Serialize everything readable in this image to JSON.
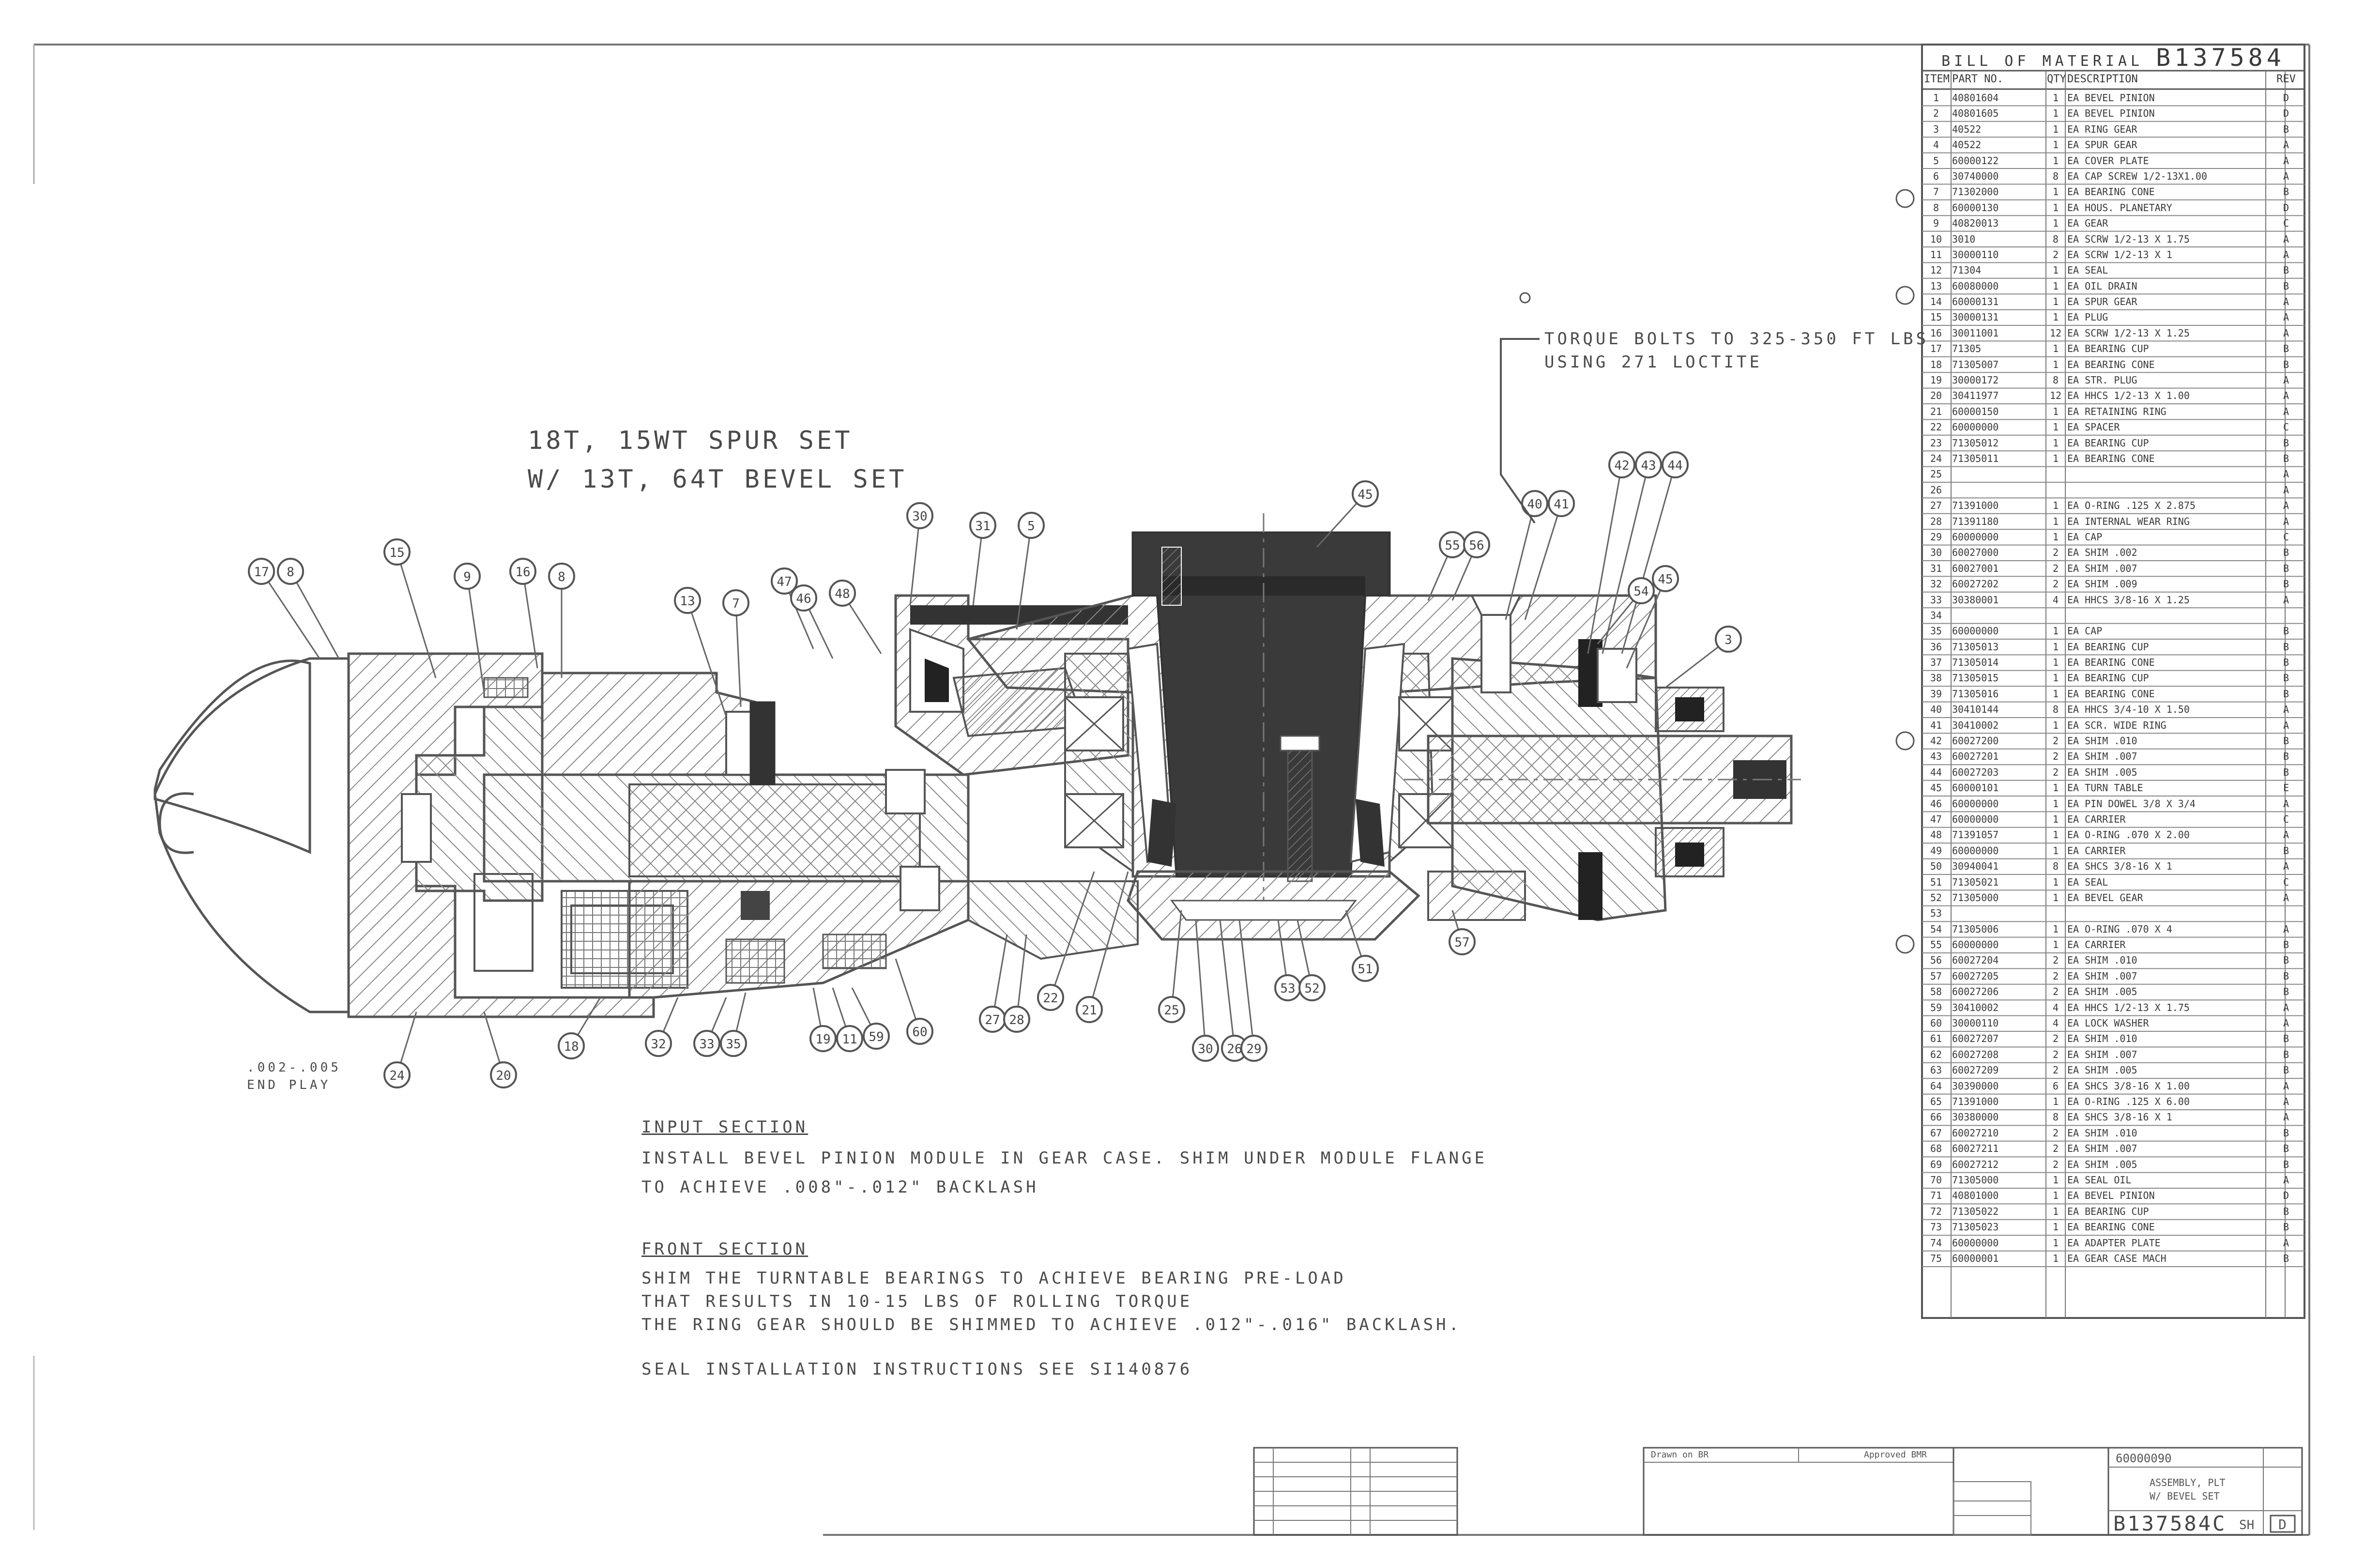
{
  "drawing": {
    "heading_line1": "18T, 15WT SPUR SET",
    "heading_line2": "W/ 13T, 64T BEVEL SET",
    "torque_note_line1": "TORQUE BOLTS TO 325-350 FT LBS",
    "torque_note_line2": "USING 271 LOCTITE",
    "bottom_left_note_line1": ".002-.005",
    "bottom_left_note_line2": "END PLAY",
    "input_section_title": "INPUT SECTION",
    "input_section_line1": "INSTALL BEVEL PINION MODULE IN GEAR CASE.  SHIM UNDER MODULE FLANGE",
    "input_section_line2": "TO ACHIEVE .008\"-.012\" BACKLASH",
    "front_section_title": "FRONT SECTION",
    "front_section_line1": "SHIM THE TURNTABLE BEARINGS TO ACHIEVE BEARING PRE-LOAD",
    "front_section_line2": "THAT RESULTS IN 10-15 LBS OF ROLLING TORQUE",
    "front_section_line3": "THE RING GEAR SHOULD BE SHIMMED TO ACHIEVE .012\"-.016\" BACKLASH.",
    "seal_note": "SEAL INSTALLATION INSTRUCTIONS SEE SI140876",
    "callouts": [
      "17",
      "8",
      "15",
      "9",
      "16",
      "8",
      "13",
      "7",
      "47",
      "46",
      "48",
      "30",
      "31",
      "5",
      "45",
      "55",
      "56",
      "40",
      "41",
      "42",
      "43",
      "44",
      "54",
      "45",
      "3",
      "57",
      "18",
      "32",
      "33",
      "35",
      "19",
      "11",
      "59",
      "60",
      "27",
      "28",
      "22",
      "21",
      "25",
      "30",
      "26",
      "29",
      "53",
      "52",
      "51",
      "20",
      "24"
    ]
  },
  "bom": {
    "title_text": "BILL OF MATERIAL",
    "title_number": "B137584",
    "headers": {
      "item": "ITEM",
      "part": "PART NO.",
      "qty": "QTY",
      "desc": "DESCRIPTION",
      "rev": "REV"
    },
    "rows": [
      {
        "item": "1",
        "part": "40801604",
        "qty": "1",
        "desc": "EA  BEVEL PINION",
        "rev": "D"
      },
      {
        "item": "2",
        "part": "40801605",
        "qty": "1",
        "desc": "EA  BEVEL PINION",
        "rev": "D"
      },
      {
        "item": "3",
        "part": "40522",
        "qty": "1",
        "desc": "EA  RING GEAR",
        "rev": "B"
      },
      {
        "item": "4",
        "part": "40522",
        "qty": "1",
        "desc": "EA  SPUR GEAR",
        "rev": "A"
      },
      {
        "item": "5",
        "part": "60000122",
        "qty": "1",
        "desc": "EA  COVER PLATE",
        "rev": "A"
      },
      {
        "item": "6",
        "part": "30740000",
        "qty": "8",
        "desc": "EA  CAP SCREW 1/2-13X1.00",
        "rev": "A"
      },
      {
        "item": "7",
        "part": "71302000",
        "qty": "1",
        "desc": "EA  BEARING CONE",
        "rev": "B"
      },
      {
        "item": "8",
        "part": "60000130",
        "qty": "1",
        "desc": "EA  HOUS. PLANETARY",
        "rev": "D"
      },
      {
        "item": "9",
        "part": "40820013",
        "qty": "1",
        "desc": "EA  GEAR",
        "rev": "C"
      },
      {
        "item": "10",
        "part": "3010",
        "qty": "8",
        "desc": "EA  SCRW 1/2-13 X 1.75",
        "rev": "A"
      },
      {
        "item": "11",
        "part": "30000110",
        "qty": "2",
        "desc": "EA  SCRW 1/2-13 X 1",
        "rev": "A"
      },
      {
        "item": "12",
        "part": "71304",
        "qty": "1",
        "desc": "EA  SEAL",
        "rev": "B"
      },
      {
        "item": "13",
        "part": "60080000",
        "qty": "1",
        "desc": "EA  OIL DRAIN",
        "rev": "B"
      },
      {
        "item": "14",
        "part": "60000131",
        "qty": "1",
        "desc": "EA  SPUR GEAR",
        "rev": "A"
      },
      {
        "item": "15",
        "part": "30000131",
        "qty": "1",
        "desc": "EA  PLUG",
        "rev": "A"
      },
      {
        "item": "16",
        "part": "30011001",
        "qty": "12",
        "desc": "EA  SCRW 1/2-13 X 1.25",
        "rev": "A"
      },
      {
        "item": "17",
        "part": "71305",
        "qty": "1",
        "desc": "EA  BEARING CUP",
        "rev": "B"
      },
      {
        "item": "18",
        "part": "71305007",
        "qty": "1",
        "desc": "EA  BEARING CONE",
        "rev": "B"
      },
      {
        "item": "19",
        "part": "30000172",
        "qty": "8",
        "desc": "EA  STR. PLUG",
        "rev": "A"
      },
      {
        "item": "20",
        "part": "30411977",
        "qty": "12",
        "desc": "EA  HHCS 1/2-13 X 1.00",
        "rev": "A"
      },
      {
        "item": "21",
        "part": "60000150",
        "qty": "1",
        "desc": "EA  RETAINING RING",
        "rev": "A"
      },
      {
        "item": "22",
        "part": "60000000",
        "qty": "1",
        "desc": "EA  SPACER",
        "rev": "C"
      },
      {
        "item": "23",
        "part": "71305012",
        "qty": "1",
        "desc": "EA  BEARING CUP",
        "rev": "B"
      },
      {
        "item": "24",
        "part": "71305011",
        "qty": "1",
        "desc": "EA  BEARING CONE",
        "rev": "B"
      },
      {
        "item": "25",
        "part": "",
        "qty": "",
        "desc": "",
        "rev": "A"
      },
      {
        "item": "26",
        "part": "",
        "qty": "",
        "desc": "",
        "rev": "A"
      },
      {
        "item": "27",
        "part": "71391000",
        "qty": "1",
        "desc": "EA  O-RING .125 X 2.875",
        "rev": "A"
      },
      {
        "item": "28",
        "part": "71391180",
        "qty": "1",
        "desc": "EA  INTERNAL WEAR RING",
        "rev": "A"
      },
      {
        "item": "29",
        "part": "60000000",
        "qty": "1",
        "desc": "EA  CAP",
        "rev": "C"
      },
      {
        "item": "30",
        "part": "60027000",
        "qty": "2",
        "desc": "EA  SHIM .002",
        "rev": "B"
      },
      {
        "item": "31",
        "part": "60027001",
        "qty": "2",
        "desc": "EA  SHIM .007",
        "rev": "B"
      },
      {
        "item": "32",
        "part": "60027202",
        "qty": "2",
        "desc": "EA  SHIM .009",
        "rev": "B"
      },
      {
        "item": "33",
        "part": "30380001",
        "qty": "4",
        "desc": "EA  HHCS 3/8-16 X 1.25",
        "rev": "A"
      },
      {
        "item": "34",
        "part": "",
        "qty": "",
        "desc": "",
        "rev": ""
      },
      {
        "item": "35",
        "part": "60000000",
        "qty": "1",
        "desc": "EA  CAP",
        "rev": "B"
      },
      {
        "item": "36",
        "part": "71305013",
        "qty": "1",
        "desc": "EA  BEARING CUP",
        "rev": "B"
      },
      {
        "item": "37",
        "part": "71305014",
        "qty": "1",
        "desc": "EA  BEARING CONE",
        "rev": "B"
      },
      {
        "item": "38",
        "part": "71305015",
        "qty": "1",
        "desc": "EA  BEARING CUP",
        "rev": "B"
      },
      {
        "item": "39",
        "part": "71305016",
        "qty": "1",
        "desc": "EA  BEARING CONE",
        "rev": "B"
      },
      {
        "item": "40",
        "part": "30410144",
        "qty": "8",
        "desc": "EA  HHCS 3/4-10 X 1.50",
        "rev": "A"
      },
      {
        "item": "41",
        "part": "30410002",
        "qty": "1",
        "desc": "EA  SCR. WIDE RING",
        "rev": "A"
      },
      {
        "item": "42",
        "part": "60027200",
        "qty": "2",
        "desc": "EA  SHIM .010",
        "rev": "B"
      },
      {
        "item": "43",
        "part": "60027201",
        "qty": "2",
        "desc": "EA  SHIM .007",
        "rev": "B"
      },
      {
        "item": "44",
        "part": "60027203",
        "qty": "2",
        "desc": "EA  SHIM .005",
        "rev": "B"
      },
      {
        "item": "45",
        "part": "60000101",
        "qty": "1",
        "desc": "EA  TURN TABLE",
        "rev": "E"
      },
      {
        "item": "46",
        "part": "60000000",
        "qty": "1",
        "desc": "EA  PIN DOWEL 3/8 X 3/4",
        "rev": "A"
      },
      {
        "item": "47",
        "part": "60000000",
        "qty": "1",
        "desc": "EA  CARRIER",
        "rev": "C"
      },
      {
        "item": "48",
        "part": "71391057",
        "qty": "1",
        "desc": "EA  O-RING .070 X 2.00",
        "rev": "A"
      },
      {
        "item": "49",
        "part": "60000000",
        "qty": "1",
        "desc": "EA  CARRIER",
        "rev": "B"
      },
      {
        "item": "50",
        "part": "30940041",
        "qty": "8",
        "desc": "EA  SHCS 3/8-16 X 1",
        "rev": "A"
      },
      {
        "item": "51",
        "part": "71305021",
        "qty": "1",
        "desc": "EA  SEAL",
        "rev": "C"
      },
      {
        "item": "52",
        "part": "71305000",
        "qty": "1",
        "desc": "EA  BEVEL GEAR",
        "rev": "A"
      },
      {
        "item": "53",
        "part": "",
        "qty": "",
        "desc": "",
        "rev": ""
      },
      {
        "item": "54",
        "part": "71305006",
        "qty": "1",
        "desc": "EA  O-RING .070 X 4",
        "rev": "A"
      },
      {
        "item": "55",
        "part": "60000000",
        "qty": "1",
        "desc": "EA  CARRIER",
        "rev": "B"
      },
      {
        "item": "56",
        "part": "60027204",
        "qty": "2",
        "desc": "EA  SHIM .010",
        "rev": "B"
      },
      {
        "item": "57",
        "part": "60027205",
        "qty": "2",
        "desc": "EA  SHIM .007",
        "rev": "B"
      },
      {
        "item": "58",
        "part": "60027206",
        "qty": "2",
        "desc": "EA  SHIM .005",
        "rev": "B"
      },
      {
        "item": "59",
        "part": "30410002",
        "qty": "4",
        "desc": "EA  HHCS 1/2-13 X 1.75",
        "rev": "A"
      },
      {
        "item": "60",
        "part": "30000110",
        "qty": "4",
        "desc": "EA  LOCK WASHER",
        "rev": "A"
      },
      {
        "item": "61",
        "part": "60027207",
        "qty": "2",
        "desc": "EA  SHIM .010",
        "rev": "B"
      },
      {
        "item": "62",
        "part": "60027208",
        "qty": "2",
        "desc": "EA  SHIM .007",
        "rev": "B"
      },
      {
        "item": "63",
        "part": "60027209",
        "qty": "2",
        "desc": "EA  SHIM .005",
        "rev": "B"
      },
      {
        "item": "64",
        "part": "30390000",
        "qty": "6",
        "desc": "EA  SHCS 3/8-16 X 1.00",
        "rev": "A"
      },
      {
        "item": "65",
        "part": "71391000",
        "qty": "1",
        "desc": "EA  O-RING .125 X 6.00",
        "rev": "A"
      },
      {
        "item": "66",
        "part": "30380000",
        "qty": "8",
        "desc": "EA  SHCS 3/8-16 X 1",
        "rev": "A"
      },
      {
        "item": "67",
        "part": "60027210",
        "qty": "2",
        "desc": "EA  SHIM .010",
        "rev": "B"
      },
      {
        "item": "68",
        "part": "60027211",
        "qty": "2",
        "desc": "EA  SHIM .007",
        "rev": "B"
      },
      {
        "item": "69",
        "part": "60027212",
        "qty": "2",
        "desc": "EA  SHIM .005",
        "rev": "B"
      },
      {
        "item": "70",
        "part": "71305000",
        "qty": "1",
        "desc": "EA  SEAL OIL",
        "rev": "A"
      },
      {
        "item": "71",
        "part": "40801000",
        "qty": "1",
        "desc": "EA  BEVEL PINION",
        "rev": "D"
      },
      {
        "item": "72",
        "part": "71305022",
        "qty": "1",
        "desc": "EA  BEARING CUP",
        "rev": "B"
      },
      {
        "item": "73",
        "part": "71305023",
        "qty": "1",
        "desc": "EA  BEARING CONE",
        "rev": "B"
      },
      {
        "item": "74",
        "part": "60000000",
        "qty": "1",
        "desc": "EA  ADAPTER PLATE",
        "rev": "A"
      },
      {
        "item": "75",
        "part": "60000001",
        "qty": "1",
        "desc": "EA  GEAR CASE MACH",
        "rev": "B"
      }
    ]
  },
  "title_block": {
    "drawing_number": "B137584C",
    "sheet_suffix": "SH",
    "rev_letter": "D",
    "box_label_1": "Drawn on  BR",
    "box_label_2": "Approved  BMR",
    "top_code": "60000090",
    "desc_line1": "ASSEMBLY, PLT",
    "desc_line2": "W/ BEVEL SET"
  },
  "colors": {
    "ink": "#3c3c3c",
    "hatch": "#8a8a8a",
    "dark_fill": "#2e2e2e",
    "gray_fill": "#9c9c9c",
    "paper": "#ffffff"
  }
}
